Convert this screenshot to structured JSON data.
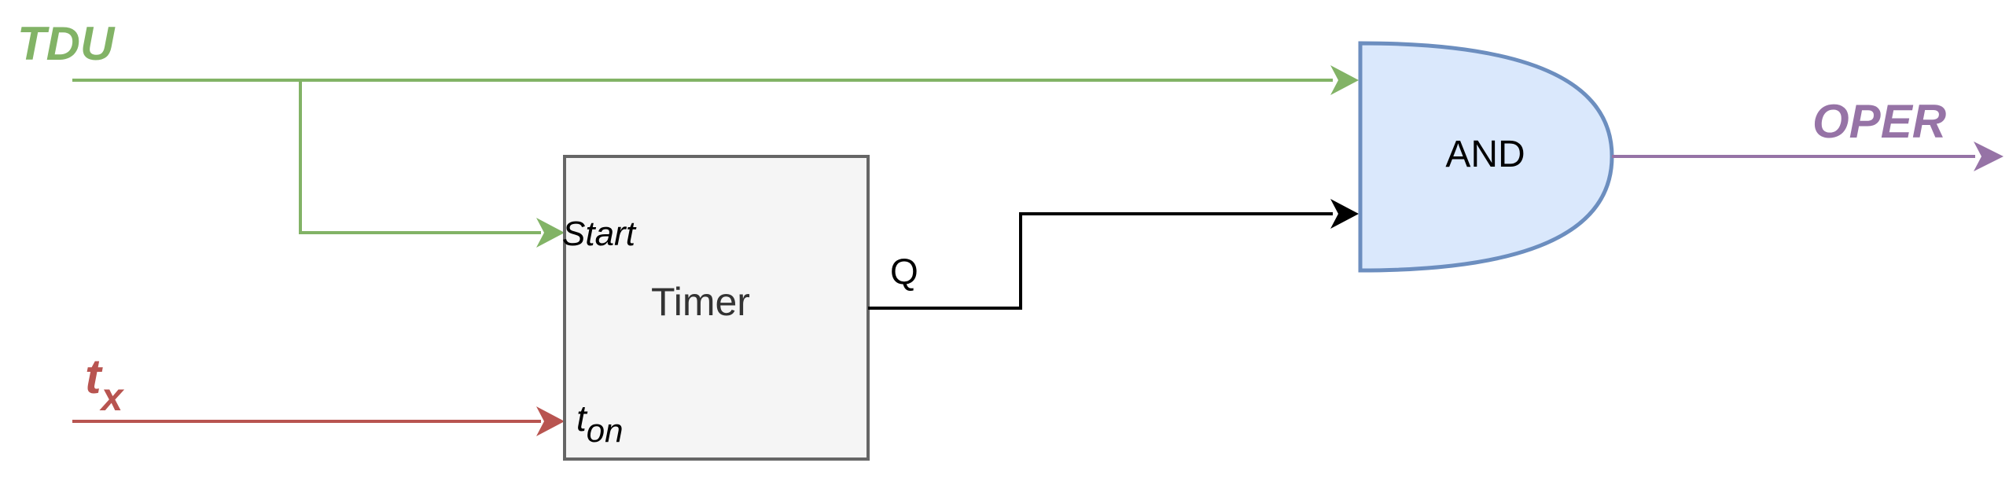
{
  "diagram": {
    "inputs": {
      "tdu": {
        "label": "TDU",
        "color": "#82b366"
      },
      "tx": {
        "label": "t",
        "subscript": "x",
        "color": "#b85450"
      }
    },
    "timer": {
      "label": "Timer",
      "fill": "#f5f5f5",
      "stroke": "#666666",
      "ports": {
        "start": "Start",
        "ton": "t",
        "ton_subscript": "on",
        "q": "Q"
      }
    },
    "and_gate": {
      "label": "AND",
      "fill": "#dae8fc",
      "stroke": "#6c8ebf"
    },
    "output": {
      "oper": {
        "label": "OPER",
        "color": "#9673a6"
      }
    }
  }
}
